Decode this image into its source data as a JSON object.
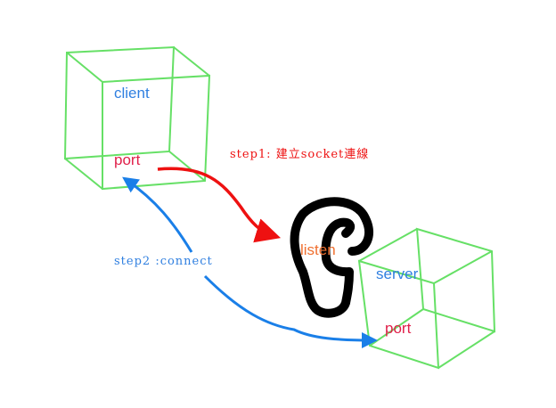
{
  "nodes": {
    "client": {
      "label": "client",
      "port_label": "port"
    },
    "server": {
      "label": "server",
      "port_label": "port"
    },
    "listener": {
      "label": "listen",
      "icon": "ear-icon"
    }
  },
  "steps": {
    "step1": "step1: 建立socket連線",
    "step2": "step2 :connect"
  },
  "colors": {
    "cube": "#66e066",
    "node_label": "#2f7fe0",
    "port_label": "#e0204a",
    "step1_arrow": "#ee1111",
    "step2_arrow": "#1a7fe8",
    "listen_label": "#f07030",
    "ear": "#000000"
  }
}
